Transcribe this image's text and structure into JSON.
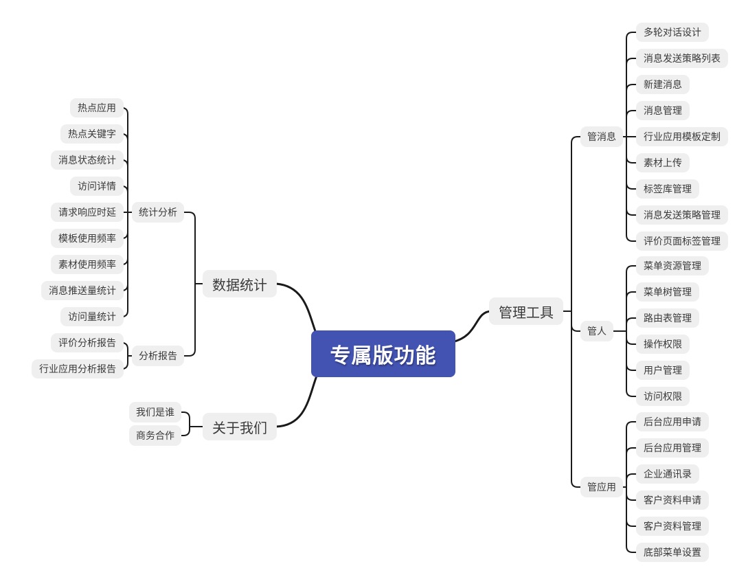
{
  "central": {
    "label": "专属版功能"
  },
  "left": {
    "data_stats": {
      "label": "数据统计",
      "groups": [
        {
          "label": "统计分析",
          "children": [
            "热点应用",
            "热点关键字",
            "消息状态统计",
            "访问详情",
            "请求响应时延",
            "模板使用频率",
            "素材使用频率",
            "消息推送量统计",
            "访问量统计"
          ]
        },
        {
          "label": "分析报告",
          "children": [
            "评价分析报告",
            "行业应用分析报告"
          ]
        }
      ]
    },
    "about": {
      "label": "关于我们",
      "children": [
        "我们是谁",
        "商务合作"
      ]
    }
  },
  "right": {
    "tools": {
      "label": "管理工具",
      "groups": [
        {
          "label": "管消息",
          "children": [
            "多轮对话设计",
            "消息发送策略列表",
            "新建消息",
            "消息管理",
            "行业应用模板定制",
            "素材上传",
            "标签库管理",
            "消息发送策略管理",
            "评价页面标签管理"
          ]
        },
        {
          "label": "管人",
          "children": [
            "菜单资源管理",
            "菜单树管理",
            "路由表管理",
            "操作权限",
            "用户管理",
            "访问权限"
          ]
        },
        {
          "label": "管应用",
          "children": [
            "后台应用申请",
            "后台应用管理",
            "企业通讯录",
            "客户资料申请",
            "客户资料管理",
            "底部菜单设置"
          ]
        }
      ]
    }
  },
  "colors": {
    "central_bg": "#4353b2",
    "node_bg": "#efefef",
    "line": "#1a1a1a"
  }
}
